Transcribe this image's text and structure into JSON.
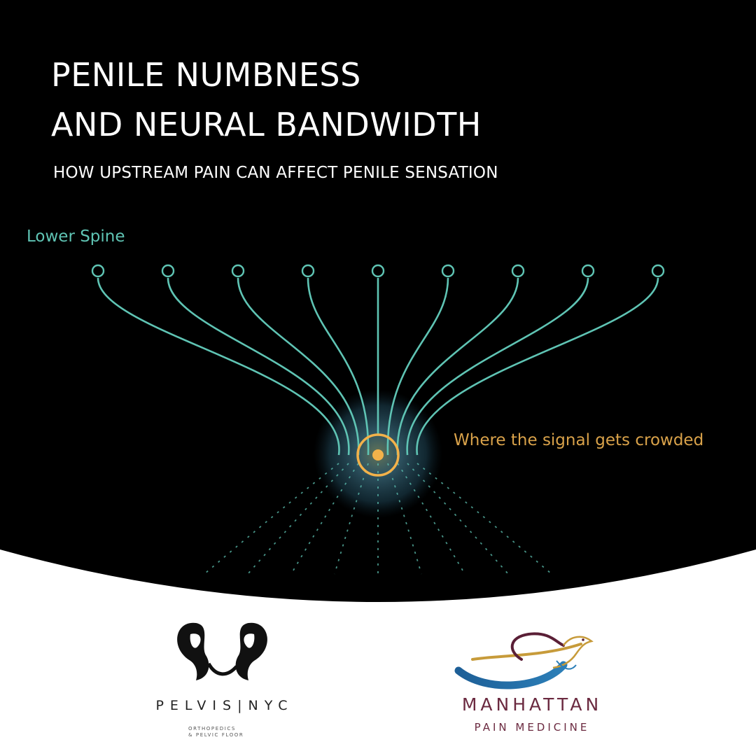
{
  "title": {
    "line1": "PENILE NUMBNESS",
    "line2": "AND NEURAL BANDWIDTH"
  },
  "subtitle": "HOW UPSTREAM PAIN CAN AFFECT PENILE SENSATION",
  "diagram": {
    "spine_label": "Lower Spine",
    "hub_label": "Where the signal gets crowded",
    "nerve_count": 9,
    "colors": {
      "background": "#000000",
      "nerve": "#5fc4b4",
      "hub": "#f3b24a",
      "glow": "#2e5f73"
    }
  },
  "logos": {
    "pelvis": {
      "name": "PELVIS|NYC",
      "tagline_line1": "ORTHOPEDICS",
      "tagline_line2": "& PELVIC FLOOR"
    },
    "mpm": {
      "name": "MANHATTAN",
      "sub": "PAIN   MEDICINE"
    }
  }
}
